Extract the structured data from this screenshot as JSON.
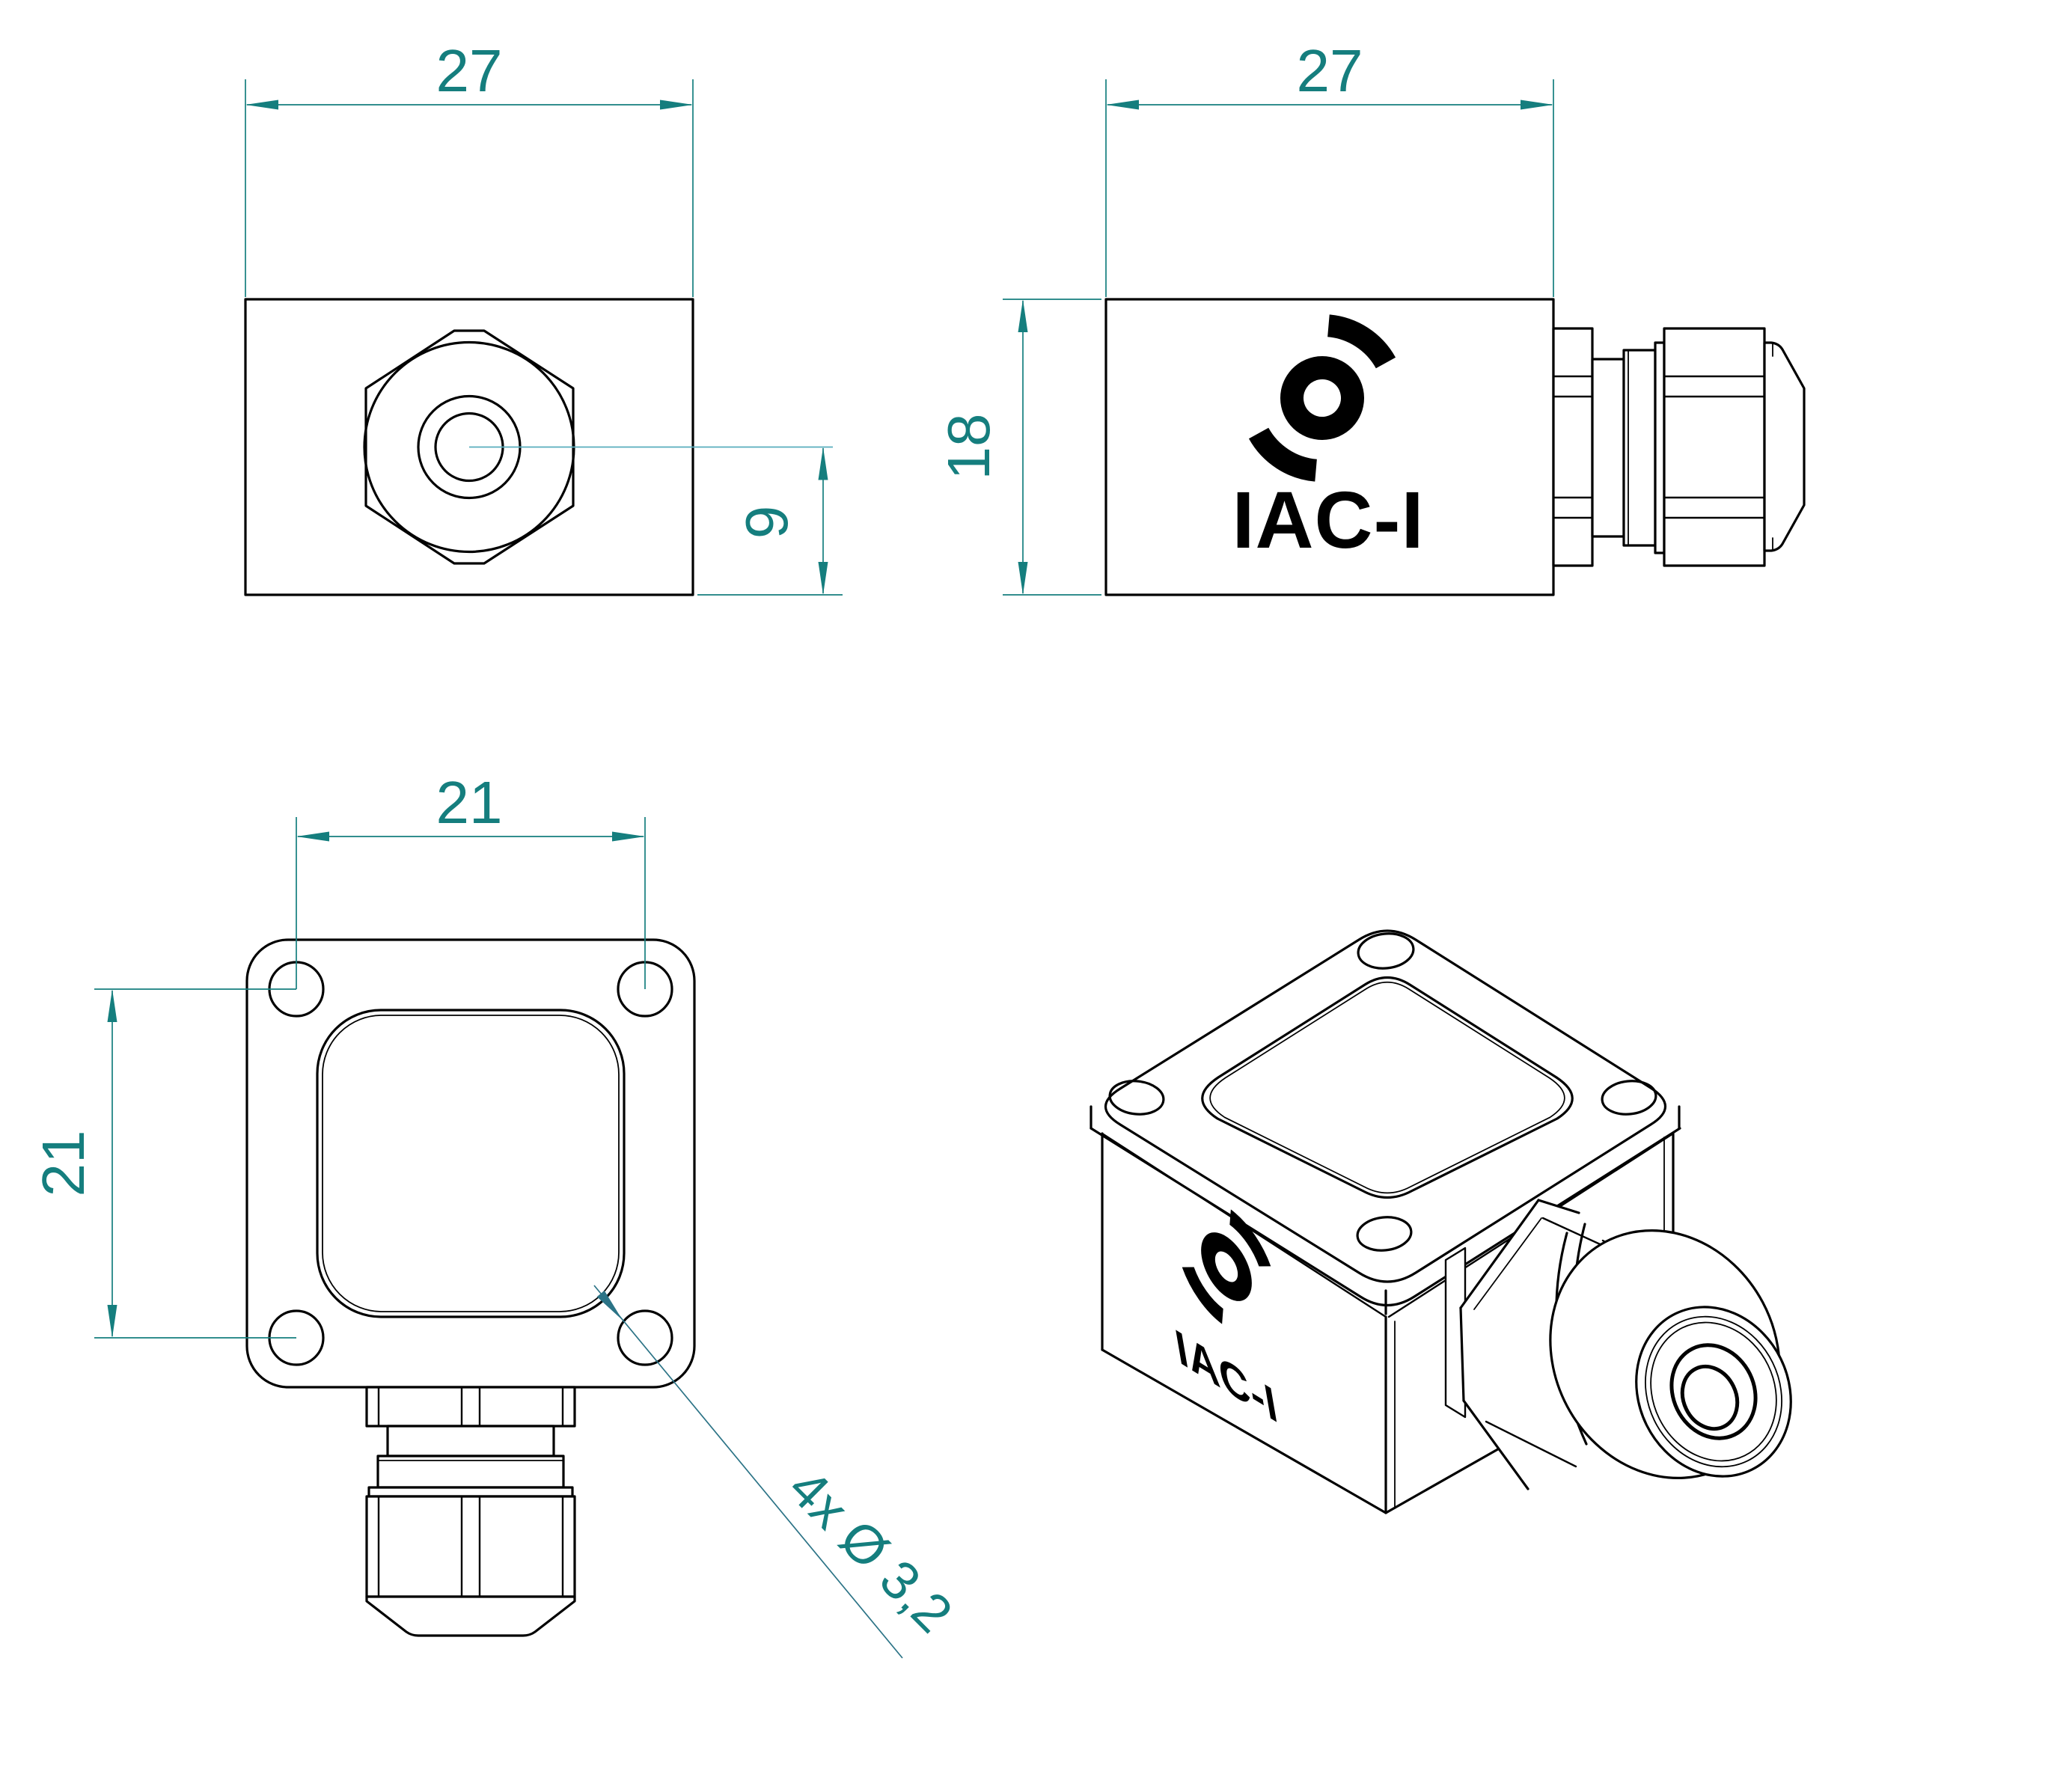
{
  "colors": {
    "line": "#000000",
    "dimension": "#157E7E",
    "centerline": "#58AEBE",
    "leader": "#2B7386",
    "background": "#FFFFFF"
  },
  "dimensions": {
    "top_view_width": "27",
    "side_view_width": "27",
    "side_view_height": "18",
    "gland_center_offset": "9",
    "hole_pitch_horizontal": "21",
    "hole_pitch_vertical": "21",
    "hole_callout": "4x Ø 3,2"
  },
  "logo": {
    "side_view_text": "IAC-I",
    "iso_view_text": "IAC-I"
  }
}
